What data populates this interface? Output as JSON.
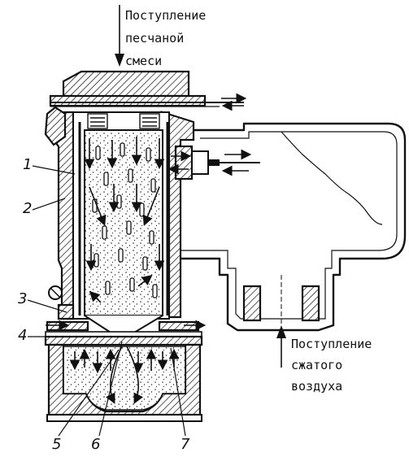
{
  "labels": {
    "sand_in": [
      "Поступление",
      "песчаной",
      "смеси"
    ],
    "air_in": [
      "Поступление",
      "сжатого",
      "воздуха"
    ]
  },
  "callouts": [
    "1",
    "2",
    "3",
    "4",
    "5",
    "6",
    "7"
  ]
}
